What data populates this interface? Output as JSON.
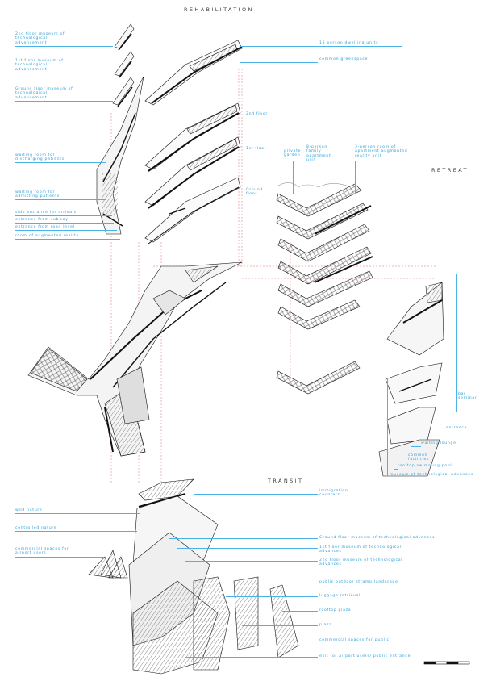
{
  "titles": {
    "rehabilitation": "REHABILITATION",
    "retreat": "RETREAT",
    "transit": "TRANSIT"
  },
  "labels": {
    "floor2_museum": "2nd floor museum of technological advancement",
    "floor1_museum": "1st floor museum of technological advancement",
    "ground_museum": "Ground floor museum of technological advancement",
    "waiting_discharge": "waiting room for discharging patients",
    "waiting_arrival": "waiting room for admitting patients",
    "side_entrance": "side entrance for arrivals",
    "entrance_subway": "entrance from subway",
    "entrance_road": "entrance from road level",
    "room_augmented": "room of augmented reality",
    "dwelling_units": "15 person dwelling units",
    "common_green": "common greenspace",
    "floor_2nd": "2nd floor",
    "floor_1st": "1st floor",
    "floor_ground": "Ground floor",
    "private_garden": "private garden",
    "family_unit": "8-person family apartment unit",
    "room_aug_unit": "3-person room of apartment augmented reality unit",
    "bar_seminar": "bar seminar",
    "entrance_retreat": "entrance",
    "waiting_lounge": "waiting lounge",
    "common_facilities": "common facilities",
    "rooftop_pool": "rooftop swimming pool",
    "museum_retreat": "museum of technological advances",
    "immigration": "immigration counters",
    "wild_nature": "wild nature",
    "controlled_nature": "controlled nature",
    "commercial_airport": "commercial spaces for airport users",
    "ground_museum_transit": "Ground floor museum of technological advances",
    "floor1_museum_transit": "1st floor museum of technological advances",
    "floor2_museum_transit": "2nd floor museum of technological advances",
    "outdoor_landscape": "public outdoor stramp landscape",
    "luggage": "luggage retrieval",
    "rooftop_plaza": "rooftop plaza",
    "plaza": "plaza",
    "commercial_public": "commercial spaces for public",
    "exit_airport": "exit for airport users/ public entrance"
  },
  "colors": {
    "label": "#2f9fd6",
    "leader": "#49b2e6",
    "dashed_red": "#e06b6b",
    "ink": "#111111",
    "hatch": "#8c8c8c"
  }
}
